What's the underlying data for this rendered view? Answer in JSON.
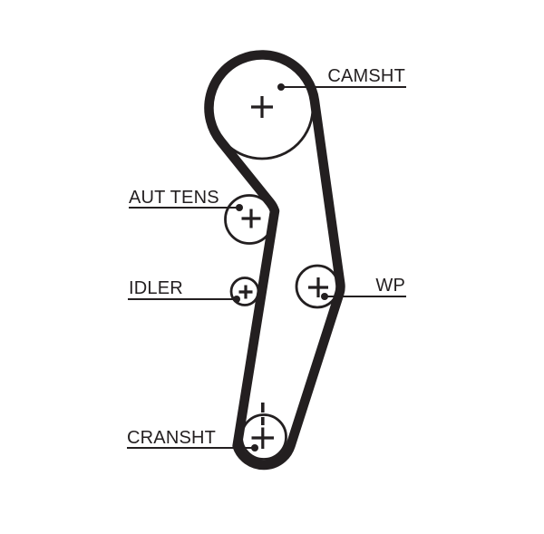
{
  "diagram": {
    "type": "timing-belt-routing",
    "ink_color": "#231f20",
    "background_color": "#ffffff",
    "pulleys": [
      {
        "id": "camshaft",
        "label": "CAMSHT"
      },
      {
        "id": "automatic-tensioner",
        "label": "AUT TENS"
      },
      {
        "id": "idler",
        "label": "IDLER"
      },
      {
        "id": "water-pump",
        "label": "WP"
      },
      {
        "id": "crankshaft",
        "label": "CRANSHT"
      }
    ]
  }
}
